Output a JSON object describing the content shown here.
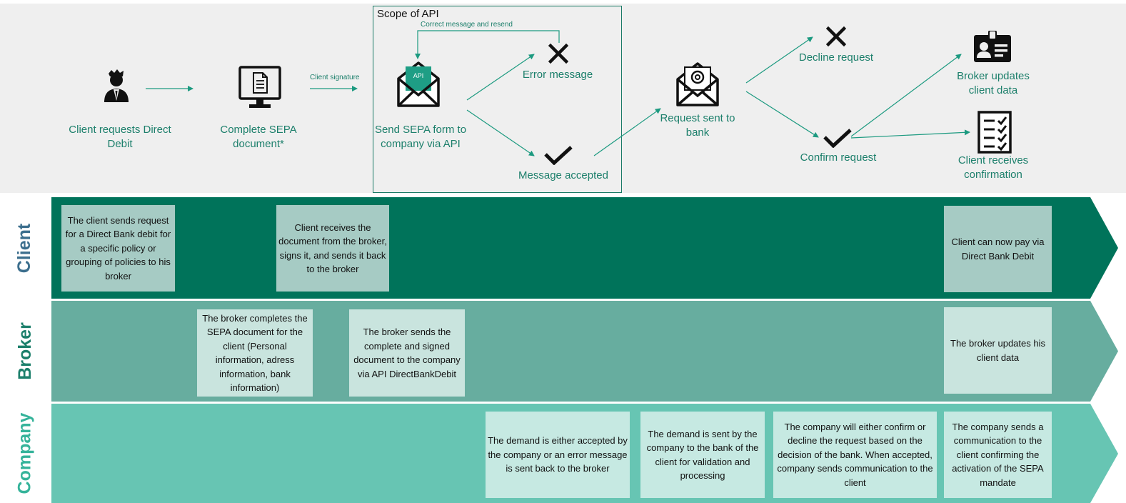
{
  "scope": {
    "title": "Scope of API"
  },
  "steps": [
    {
      "id": "client-request",
      "label": "Client requests Direct Debit"
    },
    {
      "id": "complete-sepa",
      "label": "Complete SEPA document*"
    },
    {
      "id": "send-sepa",
      "label": "Send SEPA form to company via API"
    },
    {
      "id": "error",
      "label": "Error message"
    },
    {
      "id": "accepted",
      "label": "Message accepted"
    },
    {
      "id": "request-bank",
      "label": "Request sent to bank"
    },
    {
      "id": "decline",
      "label": "Decline request"
    },
    {
      "id": "confirm",
      "label": "Confirm request"
    },
    {
      "id": "broker-updates",
      "label": "Broker updates client data"
    },
    {
      "id": "client-receives",
      "label": "Client receives confirmation"
    }
  ],
  "annotations": {
    "client_signature": "Client signature",
    "correct_resend": "Correct message and resend",
    "api_badge": "API"
  },
  "icons": [
    "person-icon",
    "monitor-document-icon",
    "api-envelope-icon",
    "cross-icon",
    "check-icon",
    "at-envelope-icon",
    "id-card-icon",
    "checklist-icon"
  ],
  "colors": {
    "panel": "#efefef",
    "label": "#1c7f6b",
    "client_lane": "#00735a",
    "broker_lane": "#67ad9f",
    "company_lane": "#67c5b3"
  },
  "lanes": [
    {
      "name": "Client",
      "cards": [
        "The client sends request for a Direct Bank debit for a specific policy or grouping of policies to his broker",
        "Client receives the document from the broker, signs it, and sends it back to the broker",
        "Client can now pay via Direct Bank Debit"
      ]
    },
    {
      "name": "Broker",
      "cards": [
        "The broker completes the SEPA document for the client (Personal information, adress information, bank information)",
        "The broker sends the complete and signed document to the company via API DirectBankDebit",
        "The broker updates his client data"
      ]
    },
    {
      "name": "Company",
      "cards": [
        "The demand is either accepted by the company or an error message is sent back to the broker",
        "The demand is sent by the company to the bank of the client for validation and processing",
        "The company will either confirm or decline the request based on the decision of the bank. When accepted, company sends communication to the client",
        "The company sends a communication to the client confirming the activation of the SEPA mandate"
      ]
    }
  ]
}
